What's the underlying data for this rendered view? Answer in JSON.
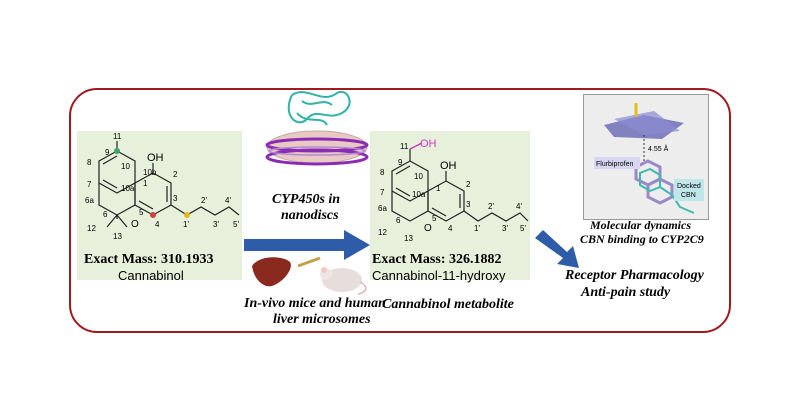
{
  "molecule1": {
    "mass_label": "Exact Mass: 310.1933",
    "name": "Cannabinol",
    "atoms": {
      "n11": "11",
      "n9": "9",
      "n8": "8",
      "n10": "10",
      "n7": "7",
      "n10a": "10a",
      "n6a": "6a",
      "n6": "6",
      "n12": "12",
      "n13": "13",
      "n5": "5",
      "n4": "4",
      "n3": "3",
      "n2": "2",
      "n1": "1",
      "n10b": "10b",
      "oh": "OH",
      "o": "O",
      "n1p": "1'",
      "n2p": "2'",
      "n3p": "3'",
      "n4p": "4'",
      "n5p": "5'"
    }
  },
  "enzyme_text": {
    "line1": "CYP450s in",
    "line2": "nanodiscs"
  },
  "invivo_text": {
    "line1": "In-vivo mice and human",
    "line2": "liver microsomes"
  },
  "molecule2": {
    "mass_label": "Exact Mass: 326.1882",
    "name": "Cannabinol-11-hydroxy",
    "caption": "Cannabinol metabolite",
    "atoms": {
      "n11": "11",
      "oh_top": "OH",
      "n9": "9",
      "n8": "8",
      "n10": "10",
      "n7": "7",
      "n10a": "10a",
      "n6a": "6a",
      "n6": "6",
      "n12": "12",
      "n13": "13",
      "n5": "5",
      "n4": "4",
      "n3": "3",
      "n2": "2",
      "n1": "1",
      "oh": "OH",
      "o": "O",
      "n1p": "1'",
      "n2p": "2'",
      "n3p": "3'",
      "n4p": "4'",
      "n5p": "5'"
    }
  },
  "docking": {
    "distance": "4.55 Å",
    "label_flurbiprofen": "Flurbiprofen",
    "label_docked_line1": "Docked",
    "label_docked_line2": "CBN",
    "caption_line1": "Molecular dynamics",
    "caption_line2": "CBN binding to CYP2C9"
  },
  "outcome": {
    "line1": "Receptor Pharmacology",
    "line2": "Anti-pain study"
  },
  "colors": {
    "frame": "#a01a1e",
    "arrow": "#2e5ca8",
    "panel": "#e6f0da",
    "oh_highlight": "#d13ac9"
  }
}
